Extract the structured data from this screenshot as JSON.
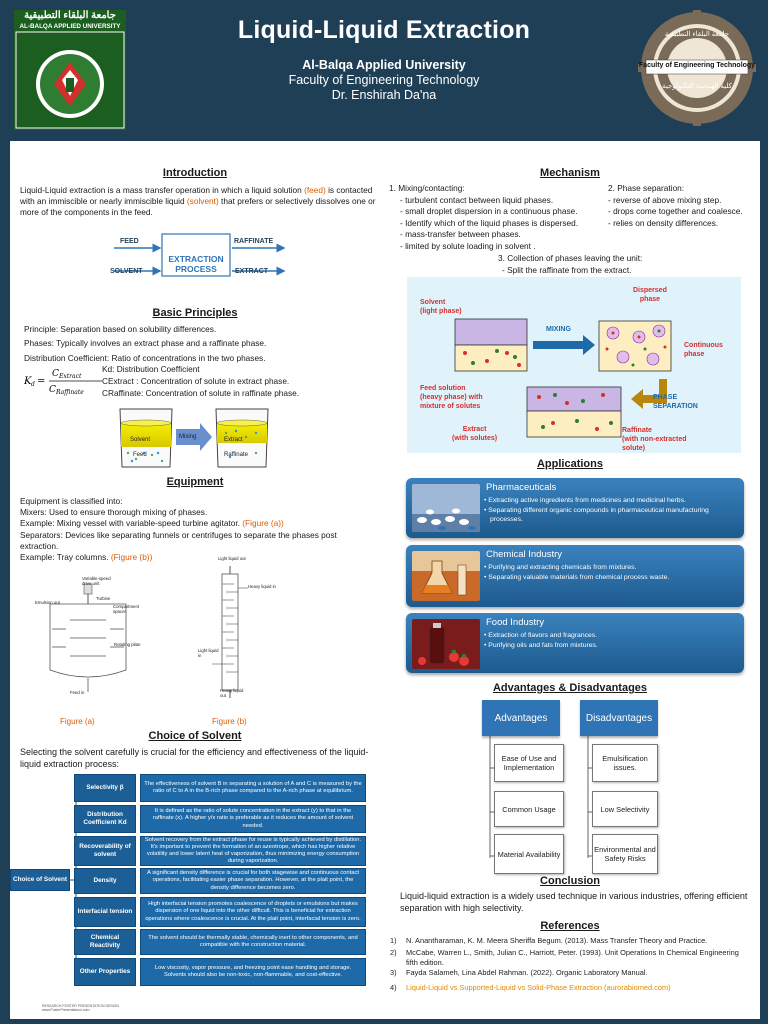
{
  "header": {
    "title": "Liquid-Liquid Extraction",
    "university": "Al-Balqa Applied University",
    "faculty": "Faculty of Engineering Technology",
    "author": "Dr. Enshirah Da'na",
    "logo_left_ar": "جامعة البلقاء التطبيقية",
    "logo_left_en": "AL-BALQA APPLIED UNIVERSITY",
    "logo_right_ar": "جامعة البلقاء التطبيقية",
    "logo_right_en": "Faculty of Engineering Technology",
    "logo_right_ar2": "كلية الهندسة التكنولوجية"
  },
  "intro": {
    "heading": "Introduction",
    "text_a": "Liquid-Liquid extraction is a mass transfer operation in which a liquid solution ",
    "feed": "(feed)",
    "text_b": " is contacted with an immiscible or nearly immiscible liquid ",
    "solvent": "(solvent)",
    "text_c": " that prefers or selectively dissolves one or more of the components in the feed.",
    "diagram": {
      "feed": "FEED",
      "solvent": "SOLVENT",
      "box_line1": "EXTRACTION",
      "box_line2": "PROCESS",
      "raffinate": "RAFFINATE",
      "extract": "EXTRACT"
    }
  },
  "principles": {
    "heading": "Basic Principles",
    "line1": "Principle: Separation based on solubility differences.",
    "line2": "Phases: Typically involves an extract phase and a raffinate phase.",
    "line3": "Distribution Coefficient: Ratio of concentrations in the two phases.",
    "kd_line": "Kd: Distribution Coefficient",
    "cext_line": "CExtract : Concentration of solute in extract phase.",
    "craf_line": "CRaffinate: Concentration of solute in raffinate phase.",
    "beaker": {
      "solvent": "Solvent",
      "feed": "Feed",
      "mixing": "Mixing",
      "extract": "Extract",
      "raffinate": "Raffinate"
    }
  },
  "equipment": {
    "heading": "Equipment",
    "line1": "Equipment is classified into:",
    "line2": "Mixers: Used to ensure thorough mixing of phases.",
    "line3": "Example: Mixing vessel with variable-speed turbine agitator. ",
    "fig_a_ref": "(Figure (a))",
    "line4": "Separators: Devices like separating funnels or centrifuges to separate the phases post extraction.",
    "line5": "Example: Tray columns. ",
    "fig_b_ref": "(Figure (b))",
    "fig_a": "Figure (a)",
    "fig_b": "Figure (b)",
    "fig_a_labels": [
      "Variable-speed drive unit",
      "Emulsion out",
      "Turbine",
      "Compartment spacer",
      "Rotating plate",
      "Feed in"
    ],
    "fig_b_labels": [
      "Light liquid out",
      "Heavy liquid in",
      "Light liquid in",
      "Heavy liquid out"
    ]
  },
  "choice": {
    "heading": "Choice of Solvent",
    "intro": "Selecting the solvent carefully is crucial for the efficiency and effectiveness of the liquid-liquid extraction process:",
    "root": "Choice of Solvent",
    "items": [
      {
        "label": "Selectivity β",
        "desc": "The effectiveness of solvent B in separating a solution of A and C is measured by the ratio of C to A in the B-rich phase compared to the A-rich phase at equilibrium."
      },
      {
        "label": "Distribution Coefficient Kd",
        "desc": "It is defined as the ratio of solute concentration in the extract (y) to that in the raffinate (x). A higher y/x ratio is preferable as it reduces the amount of solvent needed."
      },
      {
        "label": "Recoverability of solvent",
        "desc": "Solvent recovery from the extract phase for reuse is typically achieved by distillation. It's important to prevent the formation of an azeotrope, which has higher relative volatility and lower latent heat of vaporization, thus minimizing energy consumption during vaporization."
      },
      {
        "label": "Density",
        "desc": "A significant density difference is crucial for both stagewise and continuous contact operations, facilitating easier phase separation. However, at the plait point, the density difference becomes zero."
      },
      {
        "label": "Interfacial tension",
        "desc": "High interfacial tension promotes coalescence of droplets or emulsions but makes dispersion of one liquid into the other difficult. This is beneficial for extraction operations where coalescence is crucial. At the plait point, interfacial tension is zero."
      },
      {
        "label": "Chemical Reactivity",
        "desc": "The solvent should be thermally stable, chemically inert to other components, and compatible with the construction material."
      },
      {
        "label": "Other Properties",
        "desc": "Low viscosity, vapor pressure, and freezing point ease handling and storage. Solvents should also be non-toxic, non-flammable, and cost-effective."
      }
    ]
  },
  "mechanism": {
    "heading": "Mechanism",
    "col1": [
      "1.  Mixing/contacting:",
      "- turbulent contact between liquid phases.",
      "- small droplet dispersion in a continuous phase.",
      "- Identify which of the liquid phases is dispersed.",
      "- mass-transfer between phases.",
      "- limited by solute loading in solvent ."
    ],
    "col2": [
      "2. Phase separation:",
      "- reverse of above mixing step.",
      "- drops come together and coalesce.",
      "- relies on density differences."
    ],
    "col3a": "3. Collection of phases leaving the unit:",
    "col3b": "- Split the raffinate from the extract.",
    "diagram": {
      "solvent": "Solvent",
      "light": "(light phase)",
      "mixing": "MIXING",
      "dispersed": "Dispersed",
      "phase": "phase",
      "continuous": "Continuous",
      "phase2": "phase",
      "feed1": "Feed solution",
      "feed2": "(heavy phase) with",
      "feed3": "mixture of solutes",
      "sep1": "PHASE",
      "sep2": "SEPARATION",
      "extract1": "Extract",
      "extract2": "(with solutes)",
      "raff1": "Raffinate",
      "raff2": "(with non-extracted",
      "raff3": "solute)"
    }
  },
  "applications": {
    "heading": "Applications",
    "cards": [
      {
        "title": "Pharmaceuticals",
        "items": [
          "Extracting active ingredients from medicines and medicinal herbs.",
          "Separating different organic compounds in pharmaceutical manufacturing processes."
        ]
      },
      {
        "title": "Chemical Industry",
        "items": [
          "Purifying and extracting chemicals from mixtures.",
          "Separating valuable materials from chemical process waste."
        ]
      },
      {
        "title": "Food Industry",
        "items": [
          "Extraction of flavors and fragrances.",
          "Purifying oils and fats from mixtures."
        ]
      }
    ]
  },
  "advdis": {
    "heading": "Advantages & Disadvantages",
    "adv": "Advantages",
    "dis": "Disadvantages",
    "adv_items": [
      "Ease of Use and Implementation",
      "Common Usage",
      "Material Availability"
    ],
    "dis_items": [
      "Emulsification issues.",
      "Low Selectivity",
      "Environmental and Safety Risks"
    ]
  },
  "conclusion": {
    "heading": "Conclusion",
    "text": "Liquid-liquid extraction is a widely used technique in various industries, offering efficient separation with high selectivity."
  },
  "references": {
    "heading": "References",
    "items": [
      {
        "num": "1)",
        "text": "N. Anantharaman, K. M. Meera Sheriffa Begum. (2013). Mass Transfer Theory and Practice."
      },
      {
        "num": "2)",
        "text": "McCabe, Warren L., Smith, Julian C., Harriott, Peter. (1993). Unit Operations In Chemical Engineering fifth edition."
      },
      {
        "num": "3)",
        "text": "Fayda Salameh, Lina Abdel Rahman. (2022). Organic Laboratory Manual."
      },
      {
        "num": "4)",
        "text": "Liquid-Liquid vs Supported-Liquid vs Solid-Phase Extraction (aurorabiomed.com)"
      }
    ]
  },
  "footer": {
    "line1": "RESEARCH POSTER PRESENTATION DESIGN",
    "line2": "www.PosterPresentations.com"
  },
  "colors": {
    "header_bg": "#1f3f57",
    "accent_orange": "#e05a00",
    "card_blue": "#2f75b5"
  }
}
